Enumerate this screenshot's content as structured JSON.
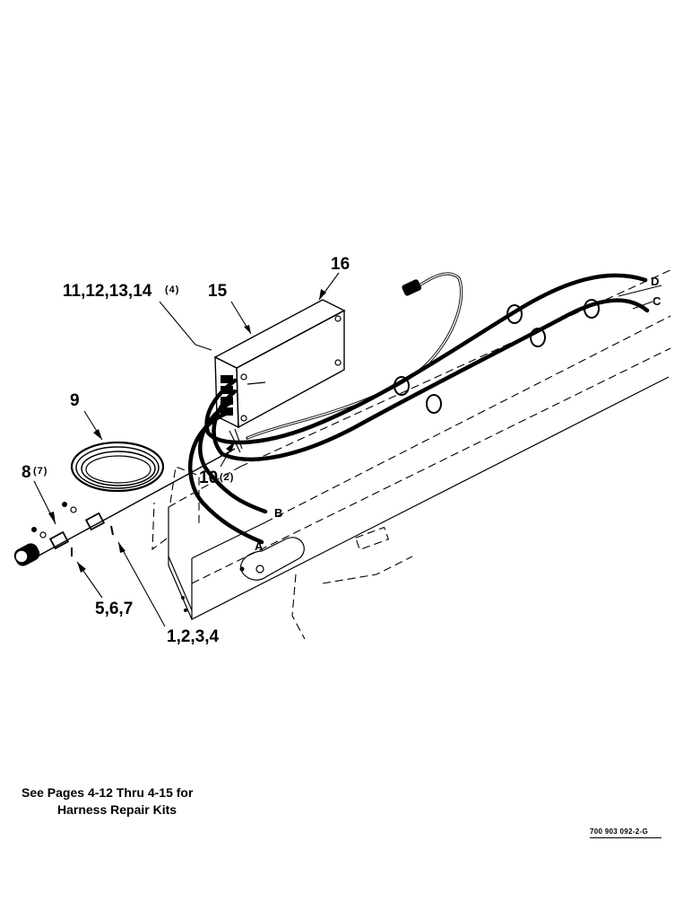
{
  "callouts": {
    "c16": "16",
    "c15": "15",
    "c11_14": "11,12,13,14",
    "c11_14_qty": "(4)",
    "c9": "9",
    "c8": "8",
    "c8_qty": "(7)",
    "c10": "10",
    "c10_qty": "(2)",
    "c5_7": "5,6,7",
    "c1_4": "1,2,3,4",
    "hose_a": "A",
    "hose_b": "B",
    "hose_c": "C",
    "hose_d": "D"
  },
  "note": {
    "line1": "See Pages 4-12 Thru 4-15 for",
    "line2": "Harness Repair Kits"
  },
  "drawing_number": "700 903 092-2-G"
}
